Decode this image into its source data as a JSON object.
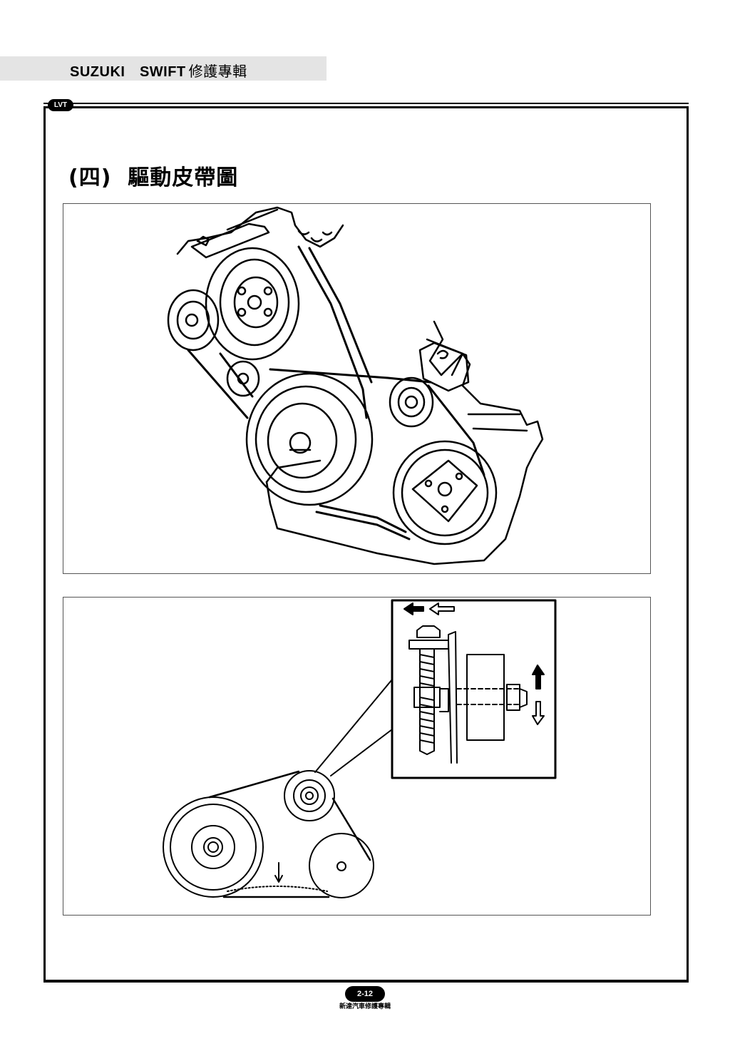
{
  "header": {
    "title": "SUZUKI　SWIFT",
    "subtitle": "修護專輯"
  },
  "logo": {
    "text": "LVT"
  },
  "section": {
    "title": "(四)  驅動皮帶圖"
  },
  "figures": [
    {
      "name": "engine-drive-belt-layout"
    },
    {
      "name": "belt-tension-adjustment"
    }
  ],
  "footer": {
    "page_number": "2-12",
    "caption": "新達汽車修護專輯"
  }
}
